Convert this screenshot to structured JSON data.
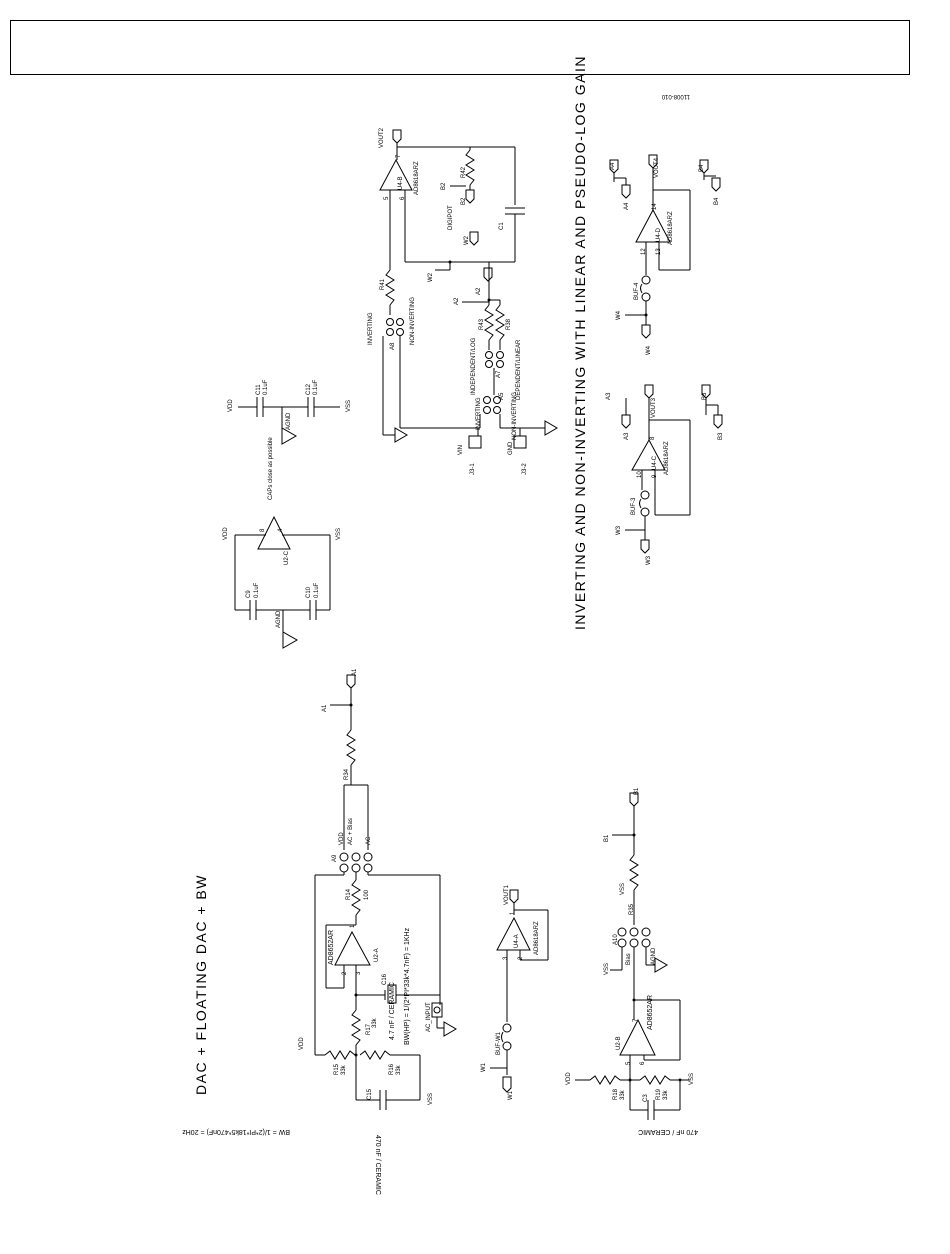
{
  "figure_code": "11008-010",
  "titles": {
    "dac": "DAC + FLOATING DAC + BW",
    "inverting": "INVERTING AND NON-INVERTING WITH LINEAR AND PSEUDO-LOG GAIN"
  },
  "supply_block": {
    "u2c": "U2-C",
    "vdd": "VDD",
    "vss": "VSS",
    "agnd": "AGND",
    "c9": "C9",
    "c9_val": "0.1uF",
    "c10": "C10",
    "c10_val": "0.1uF",
    "c11": "C11",
    "c11_val": "0.1uF",
    "c12": "C12",
    "c12_val": "0.1uF",
    "note": "CAPs close as possible",
    "pin8": "8",
    "pin4": "4"
  },
  "dac_block": {
    "bw_formula": "BW = 1/(2*PI*18k5*470nF) = 20Hz",
    "bw_hp": "BW(HP) = 1/(2*PI*33k*4.7nF) = 1KHz",
    "c16_label": "4.7 nF / CERAMIC",
    "c16": "C16",
    "c15_label": "470 nF / CERAMIC",
    "c15": "C15",
    "r14": "R14",
    "r14_val": "100",
    "r15": "R15",
    "r15_val": "33k",
    "r16": "R16",
    "r16_val": "33k",
    "r17": "R17",
    "r17_val": "33k",
    "r34": "R34",
    "u2a": "U2-A",
    "ad8652": "AD8652AR",
    "a9": "A9",
    "a1": "A1",
    "ac": "AC",
    "ac_bias": "AC + Bias",
    "ac_input": "AC_INPUT",
    "vdd": "VDD",
    "vss": "VSS",
    "pin2": "2",
    "pin3": "3",
    "pin1": "1"
  },
  "buf_w1": {
    "buf": "BUF-W1",
    "w1": "W1",
    "vout1": "VOUT1",
    "u4a": "U4-A",
    "part": "AD8618ARZ",
    "pin1": "1",
    "pin2": "2",
    "pin3": "3"
  },
  "b_block": {
    "b1": "B1",
    "vss": "VSS",
    "vdd": "VDD",
    "r35": "R35",
    "a10": "A10",
    "bias": "Bias",
    "agnd": "AGND",
    "u2b": "U2-B",
    "ad8652": "AD8652AR",
    "r18": "R18",
    "r18_val": "33k",
    "r19": "R19",
    "r19_val": "33k",
    "c3": "C3",
    "c3_label": "470 nF / CERAMIC",
    "pin5": "5",
    "pin6": "6",
    "pin7": "7"
  },
  "inv_block": {
    "vout2": "VOUT2",
    "u4b": "U4-B",
    "part": "AD8618ARZ",
    "r42": "R42",
    "b2": "B2",
    "digipot": "DIGIPOT",
    "w2": "W2",
    "c1": "C1",
    "r41": "R41",
    "r43": "R43",
    "r38": "R38",
    "a2": "A2",
    "a8": "A8",
    "a7": "A7",
    "a5": "A5",
    "inverting": "INVERTING",
    "non_inverting": "NON-INVERTING",
    "independent_log": "INDEPENDENT/LOG",
    "dependent_linear": "DEPENDENT/LINEAR",
    "vin": "VIN",
    "gnd": "GND",
    "j31": "J3-1",
    "j32": "J3-2",
    "pin5": "5",
    "pin6": "6",
    "pin7": "7"
  },
  "buf3_block": {
    "a3": "A3",
    "vout3": "VOUT3",
    "u4c": "U4-C",
    "part": "AD8618ARZ",
    "buf3": "BUF-3",
    "w3": "W3",
    "b3": "B3",
    "pin8": "8",
    "pin9": "9",
    "pin10": "10"
  },
  "buf4_block": {
    "a4": "A4",
    "vout4": "VOUT4",
    "b4": "B4",
    "u4d": "U4-D",
    "part": "AD8618ARZ",
    "buf4": "BUF-4",
    "w4": "W4",
    "pin12": "12",
    "pin13": "13",
    "pin14": "14"
  }
}
